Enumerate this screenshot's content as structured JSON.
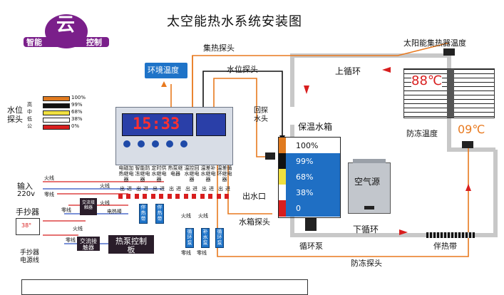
{
  "title": "太空能热水系统安装图",
  "logo": {
    "text_left": "智能",
    "text_center": "云",
    "text_right": "控制"
  },
  "labels": {
    "env_temp": "环境温度",
    "collector_probe": "集热探头",
    "water_level_probe": "水位探头",
    "return_probe": "回探水头",
    "insulated_tank": "保温水箱",
    "outlet": "出水口",
    "tank_probe": "水箱探头",
    "air_source": "空气源",
    "circulation_pump": "循环泵",
    "lower_circulation": "下循环",
    "upper_circulation": "上循环",
    "heat_tape": "伴热带",
    "antifreeze_probe": "防冻探头",
    "solar_collector_temp": "太阳能集热器温度",
    "antifreeze_temp": "防冻温度",
    "input": "输入",
    "input_voltage": "220v",
    "hand_copy": "手抄器",
    "hand_copy_cable": "手抄器电源线",
    "ac_contactor_1": "交流接触器",
    "ac_contactor_2": "交流接触器",
    "heat_pump_panel": "热泵控制板",
    "heating_rod": "电热棒",
    "live": "火线",
    "neutral": "零线"
  },
  "water_level": {
    "title": "水位探头",
    "legend": [
      {
        "label": "",
        "value": "100%",
        "color": "#e07a1f"
      },
      {
        "label": "高",
        "value": "99%",
        "color": "#111111"
      },
      {
        "label": "中",
        "value": "68%",
        "color": "#f0e040"
      },
      {
        "label": "低",
        "value": "38%",
        "color": "#ffffff"
      },
      {
        "label": "公",
        "value": "0%",
        "color": "#d81e1e"
      }
    ]
  },
  "tank_levels": [
    {
      "value": "100%",
      "color": "#ffffff",
      "marker": "#e07a1f"
    },
    {
      "value": "99%",
      "color": "#1f6fc4",
      "marker": "#111111"
    },
    {
      "value": "68%",
      "color": "#1f6fc4",
      "marker": "#f0e040"
    },
    {
      "value": "38%",
      "color": "#1f6fc4",
      "marker": "#ffffff"
    },
    {
      "value": "0",
      "color": "#1f6fc4",
      "marker": "#d81e1e"
    }
  ],
  "collector_temp": "88℃",
  "antifreeze_display": "09℃",
  "controller": {
    "display": "15:33",
    "terminals": [
      "电磁加热继电器",
      "智能防冻继电器",
      "定时供水继电器",
      "热泵继电器",
      "温控回水继电器",
      "温差补水继电器",
      "温差循环继电器"
    ],
    "io_labels": [
      "出",
      "进",
      "出",
      "进",
      "出",
      "进",
      "出",
      "进",
      "出",
      "进",
      "出",
      "进",
      "出",
      "进"
    ],
    "relay_boxes": [
      "伴热带",
      "伴热带",
      "循环泵",
      "补水泵",
      "循环泵"
    ]
  },
  "hand_copy_display": "38°",
  "colors": {
    "orange": "#e8791e",
    "blue": "#1f6fc4",
    "pipe": "#c8c8c8",
    "red": "#d81e1e"
  }
}
